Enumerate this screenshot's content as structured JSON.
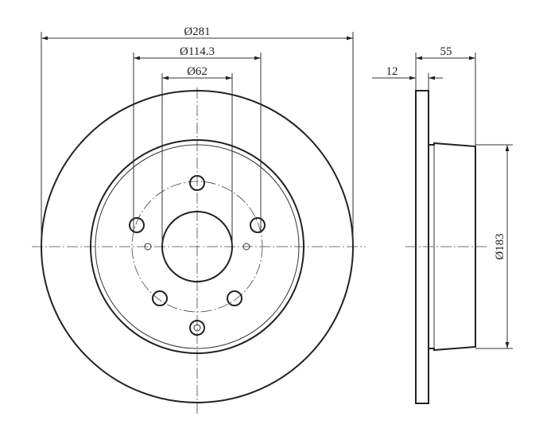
{
  "dimensions": {
    "disc_diameter": "Ø281",
    "bolt_circle": "Ø114.3",
    "center_bore": "Ø62",
    "disc_thickness": "12",
    "total_height": "55",
    "hat_diameter": "Ø183"
  },
  "colors": {
    "line": "#222222",
    "background": "#ffffff"
  }
}
